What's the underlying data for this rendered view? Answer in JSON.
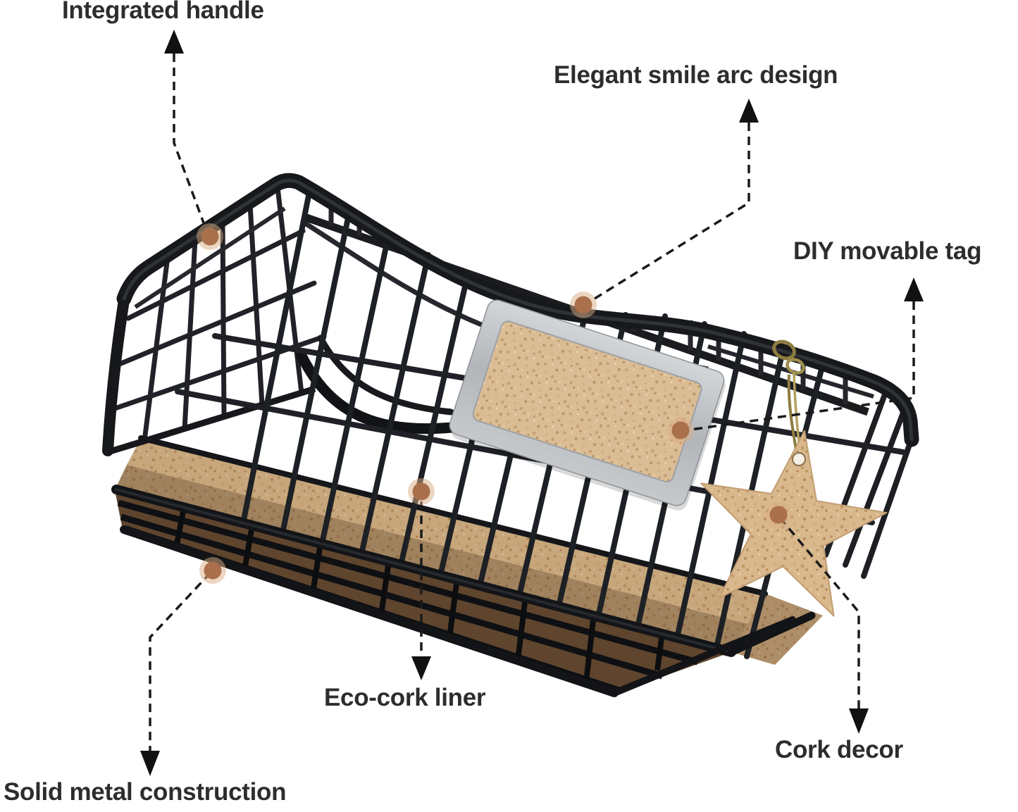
{
  "image": {
    "type": "product feature callout illustration",
    "subject": "black metal wire storage basket with cork liner, metal-framed cork label tag and hanging cork star",
    "background": "#ffffff"
  },
  "callouts": [
    {
      "id": "integrated-handle",
      "label": "Integrated handle",
      "arrow": "up"
    },
    {
      "id": "elegant-smile-arc",
      "label": "Elegant smile arc design",
      "arrow": "up"
    },
    {
      "id": "diy-movable-tag",
      "label": "DIY movable tag",
      "arrow": "up"
    },
    {
      "id": "eco-cork-liner",
      "label": "Eco-cork liner",
      "arrow": "down"
    },
    {
      "id": "cork-decor",
      "label": "Cork decor",
      "arrow": "down"
    },
    {
      "id": "solid-metal-construction",
      "label": "Solid metal construction",
      "arrow": "down"
    }
  ],
  "style": {
    "label_color": "#2d2d2d",
    "leader_line_color": "#1a1a1a",
    "marker_color": "#aa6f4b",
    "marker_halo_color": "#d9ad85",
    "wire_color": "#1b1d20",
    "cork_color": "#d8b88c",
    "metal_frame_color": "#b8bbbf",
    "brass_clip_color": "#8d7b40"
  }
}
